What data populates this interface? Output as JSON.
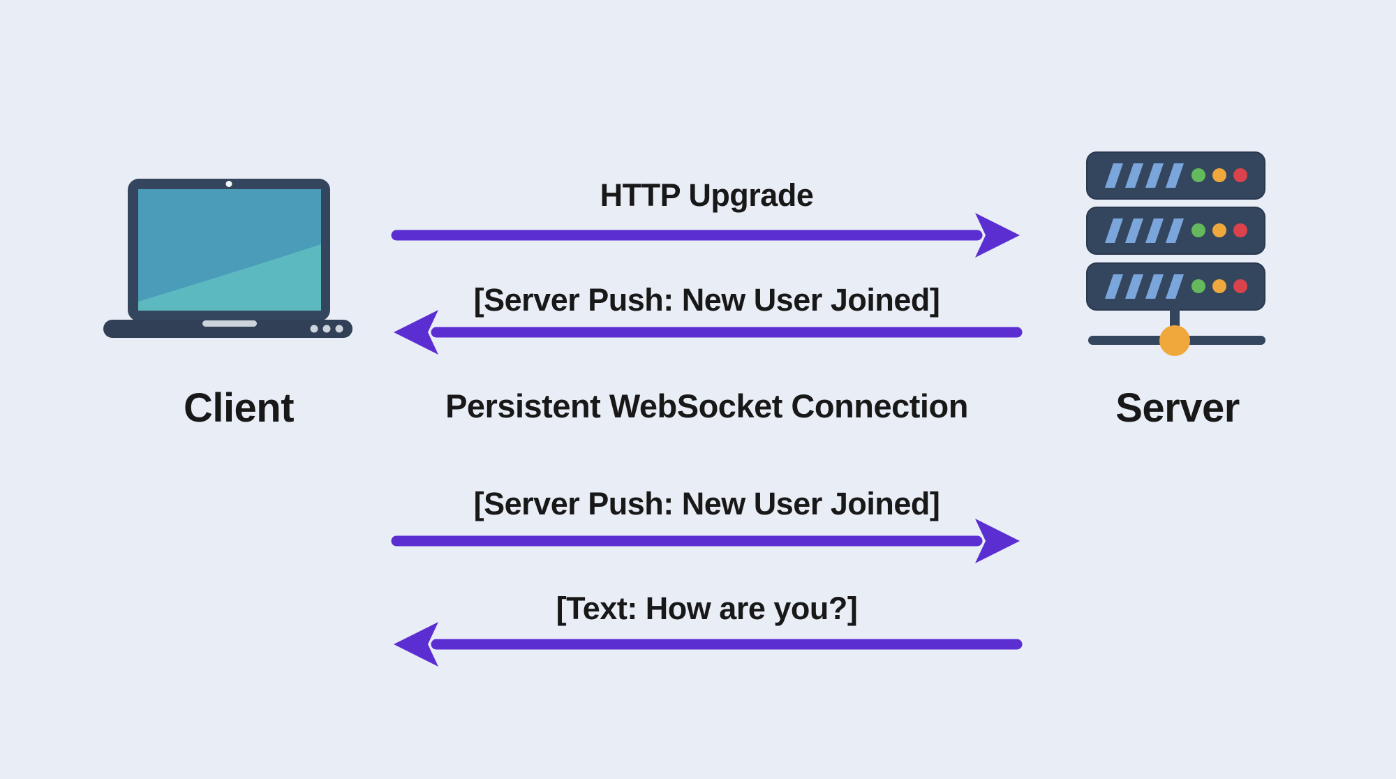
{
  "diagram": {
    "client": {
      "label": "Client",
      "icon": "laptop-icon"
    },
    "server": {
      "label": "Server",
      "icon": "server-rack-icon"
    },
    "messages": [
      {
        "label": "HTTP Upgrade",
        "direction": "client-to-server"
      },
      {
        "label": "[Server Push: New User Joined]",
        "direction": "server-to-client"
      },
      {
        "label": "Persistent WebSocket Connection",
        "direction": "none"
      },
      {
        "label": "[Server Push: New User Joined]",
        "direction": "client-to-server"
      },
      {
        "label": "[Text: How are you?]",
        "direction": "server-to-client"
      }
    ]
  },
  "colors": {
    "background": "#e9eef6",
    "arrow": "#5b2ed1",
    "text": "#181818",
    "device_navy": "#34455e",
    "device_navy_dark": "#313f57",
    "screen_teal": "#4a9cb8",
    "screen_teal_light": "#5cb9c0",
    "slash_blue": "#7ba6dc",
    "led_green": "#63b95c",
    "led_orange": "#eea83c",
    "led_red": "#da434b",
    "node_orange": "#f0a83d",
    "base_grey": "#ccd4dc"
  }
}
